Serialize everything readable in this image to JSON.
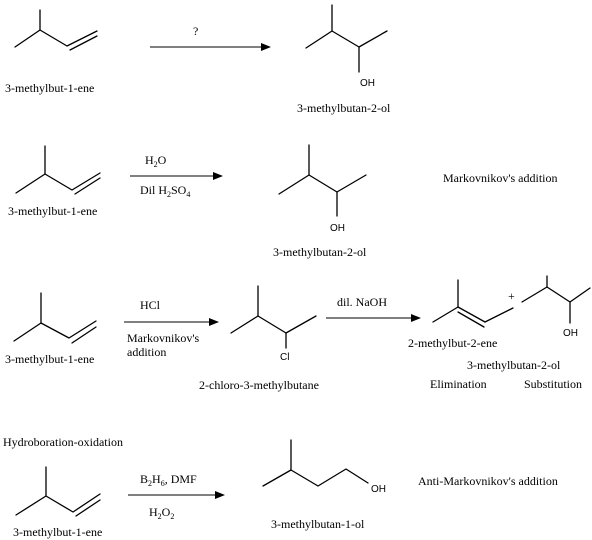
{
  "reaction1": {
    "reagent": "?",
    "reactant_name": "3-methylbut-1-ene",
    "product_name": "3-methylbutan-2-ol",
    "product_label": "OH"
  },
  "reaction2": {
    "reagent_top": "H",
    "reagent_top_sub": "2",
    "reagent_top_end": "O",
    "reagent_bottom": "Dil H",
    "reagent_bottom_sub1": "2",
    "reagent_bottom_mid": "SO",
    "reagent_bottom_sub2": "4",
    "reactant_name": "3-methylbut-1-ene",
    "product_name": "3-methylbutan-2-ol",
    "product_label": "OH",
    "note": "Markovnikov's addition"
  },
  "reaction3": {
    "reagent1": "HCl",
    "reagent1_note_line1": "Markovnikov's",
    "reagent1_note_line2": "addition",
    "reagent2": "dil. NaOH",
    "reactant_name": "3-methylbut-1-ene",
    "intermediate_name": "2-chloro-3-methylbutane",
    "intermediate_label": "Cl",
    "plus": "+",
    "product1_name": "2-methylbut-2-ene",
    "product2_name": "3-methylbutan-2-ol",
    "product2_label": "OH",
    "product1_type": "Elimination",
    "product2_type": "Substitution"
  },
  "reaction4": {
    "heading": "Hydroboration-oxidation",
    "reagent_top": "B",
    "reagent_top_sub": "2",
    "reagent_top_mid": "H",
    "reagent_top_sub2": "6",
    "reagent_top_end": ", DMF",
    "reagent_bottom": "H",
    "reagent_bottom_sub": "2",
    "reagent_bottom_mid": "O",
    "reagent_bottom_sub2": "2",
    "reactant_name": "3-methylbut-1-ene",
    "product_name": "3-methylbutan-1-ol",
    "product_label": "OH",
    "note": "Anti-Markovnikov's addition"
  }
}
